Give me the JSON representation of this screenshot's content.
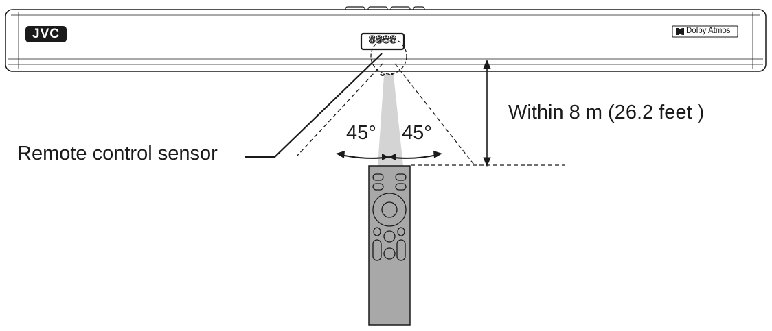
{
  "soundbar": {
    "brand": "JVC",
    "badge": "Dolby Atmos",
    "display_text": "8888"
  },
  "labels": {
    "distance": "Within 8 m (26.2 feet )",
    "sensor": "Remote control sensor",
    "angle_left": "45°",
    "angle_right": "45°"
  },
  "colors": {
    "line": "#1a1a1a",
    "beam": "#d4d4d4",
    "remote_body": "#a8a8a8",
    "bar_fill": "#ffffff"
  }
}
